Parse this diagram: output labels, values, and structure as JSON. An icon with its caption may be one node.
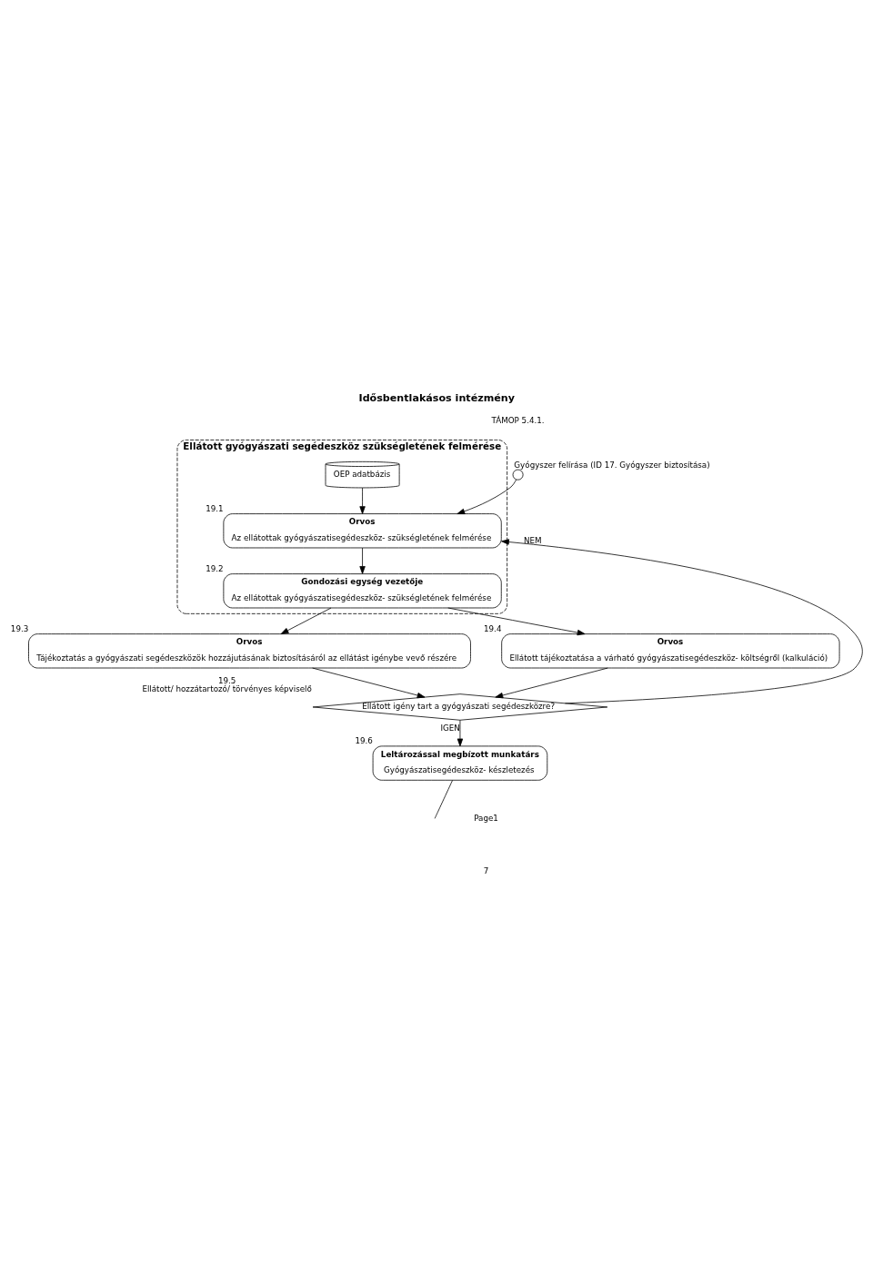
{
  "diagram": {
    "title": "Idősbentlakásos intézmény",
    "nodes": [
      {
        "text": [],
        "shape": "circle",
        "beside": [
          "Gyógyszer felírása (ID 17. Gyógyszer biztosítása)"
        ]
      },
      {
        "text": [
          "Ellátott gyógyászati segédeszköz szükségletének felmérése"
        ]
      },
      {
        "text": [
          "OEP adatbázis"
        ],
        "in": 1
      },
      {
        "text": [
          "Orvos",
          "Az ellátottak gyógyászatisegédeszköz- szükségletének felmérése"
        ],
        "beside": [
          "19.1"
        ],
        "in": 1
      },
      {
        "text": [
          "Gondozási egység vezetője",
          "Az ellátottak gyógyászatisegédeszköz- szükségletének felmérése"
        ],
        "beside": [
          "19.2"
        ],
        "in": 1
      },
      {
        "text": [
          "Orvos",
          "Tájékoztatás a gyógyászati segédeszközök hozzájutásának biztosításáról az ellátást igénybe vevő részére"
        ],
        "beside": [
          "19.3"
        ]
      },
      {
        "text": [
          "Orvos",
          "Ellátott tájékoztatása a várható gyógyászatisegédeszköz- költségről (kalkuláció)"
        ],
        "beside": [
          "19.4"
        ]
      },
      {
        "text": [
          "Ellátott igény tart a gyógyászati segédeszközre?"
        ],
        "beside": [
          "19.5",
          "Ellátott/ hozzátartozó/ törvényes képviselő"
        ]
      },
      {
        "text": [
          "Leltározással megbízott munkatárs",
          "Gyógyászatisegédeszköz- készletezés"
        ],
        "beside": [
          "19.6"
        ]
      }
    ],
    "edges": [
      {
        "from": 0,
        "to": 3,
        "arrow": "to"
      },
      {
        "from": 2,
        "to": 3,
        "arrow": "to"
      },
      {
        "from": 3,
        "to": 4,
        "arrow": "to"
      },
      {
        "from": 4,
        "to": 5,
        "arrow": "to"
      },
      {
        "from": 4,
        "to": 6,
        "arrow": "to"
      },
      {
        "from": 5,
        "to": 7,
        "arrow": "to"
      },
      {
        "from": 6,
        "to": 7,
        "arrow": "to"
      },
      {
        "from": 7,
        "to": 3,
        "label": "NEM",
        "arrow": "to"
      },
      {
        "from": 7,
        "to": 8,
        "label": "IGEN",
        "arrow": "to"
      },
      {
        "from": 8,
        "to": null,
        "arrow": "none"
      }
    ],
    "labels": [
      "TÁMOP 5.4.1.",
      "Page1",
      "7"
    ]
  }
}
